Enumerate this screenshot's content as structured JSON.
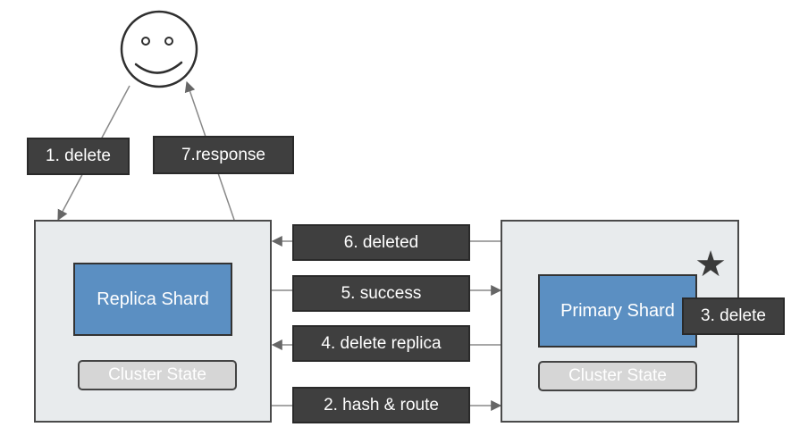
{
  "client": {
    "icon": "smiley-face-icon"
  },
  "steps": {
    "delete": "1. delete",
    "response": "7.response",
    "deleted": "6. deleted",
    "success": "5. success",
    "delete_replica": "4. delete replica",
    "hash_route": "2. hash & route",
    "primary_delete": "3. delete"
  },
  "left_node": {
    "shard": "Replica Shard",
    "cluster_state": "Cluster State"
  },
  "right_node": {
    "shard": "Primary Shard",
    "cluster_state": "Cluster State",
    "marker_icon": "star-icon"
  },
  "colors": {
    "node_bg": "#e8ebed",
    "shard_blue": "#5b8fc2",
    "label_dark": "#3f3f3f",
    "cluster_gray": "#d6d6d6"
  }
}
